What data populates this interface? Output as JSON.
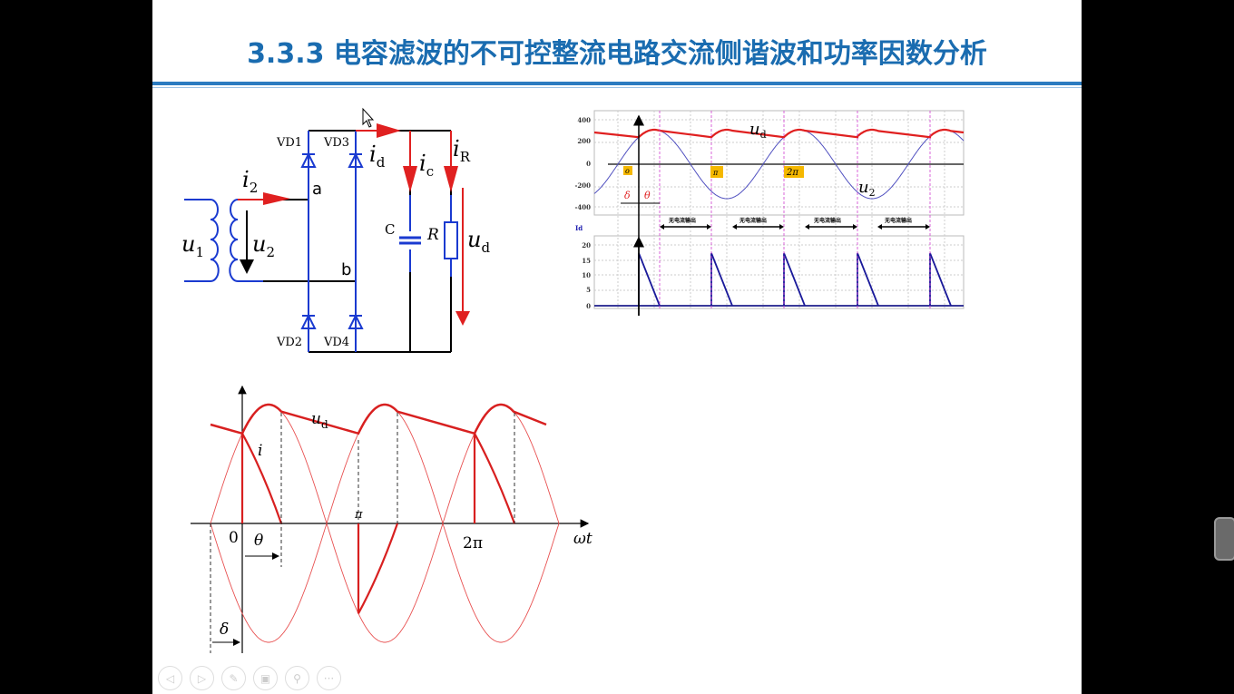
{
  "title": "3.3.3 电容滤波的不可控整流电路交流侧谐波和功率因数分析",
  "circuit": {
    "diodes": [
      "VD1",
      "VD3",
      "VD2",
      "VD4"
    ],
    "nodes": {
      "a": "a",
      "b": "b"
    },
    "labels": {
      "i2": "i",
      "i2_sub": "2",
      "u1": "u",
      "u1_sub": "1",
      "u2": "u",
      "u2_sub": "2",
      "id": "i",
      "id_sub": "d",
      "ic": "i",
      "ic_sub": "c",
      "iR": "i",
      "iR_sub": "R",
      "C": "C",
      "R": "R",
      "ud": "u",
      "ud_sub": "d"
    }
  },
  "scope": {
    "yticks_top": [
      "400",
      "200",
      "0",
      "-200",
      "-400"
    ],
    "yticks_bottom": [
      "20",
      "15",
      "10",
      "5",
      "0"
    ],
    "bottom_label": "Id",
    "markers": [
      "o",
      "π",
      "2π"
    ],
    "ud_label": "u",
    "ud_sub": "d",
    "u2_label": "u",
    "u2_sub": "2",
    "delta": "δ",
    "theta": "θ",
    "interval_label": "无电流输出",
    "colors": {
      "ud": "#e02020",
      "u2": "#5050c0",
      "id": "#1a1a9a",
      "marker_bg": "#f5b800",
      "guide": "#d040d0"
    }
  },
  "wave": {
    "ud_label": "u",
    "ud_sub": "d",
    "i_label": "i",
    "zero": "0",
    "pi": "π",
    "two_pi": "2π",
    "theta": "θ",
    "delta": "δ",
    "axis": "ωt"
  },
  "toolbar": [
    "◁",
    "▷",
    "✎",
    "▣",
    "⚲",
    "···"
  ]
}
